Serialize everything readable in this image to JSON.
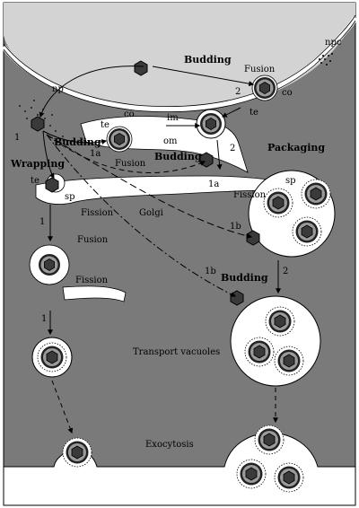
{
  "labels": {
    "np": "np",
    "npc": "npc",
    "budding": "Budding",
    "fusion": "Fusion",
    "fission": "Fission",
    "wrapping": "Wrapping",
    "packaging": "Packaging",
    "golgi": "Golgi",
    "transport_vacuoles": "Transport vacuoles",
    "exocytosis": "Exocytosis",
    "te": "te",
    "co": "co",
    "im": "im",
    "om": "om",
    "sp": "sp",
    "n1": "1",
    "n2": "2",
    "n1a": "1a",
    "n1b": "1b"
  },
  "colors": {
    "cytoplasm": "#7a7a7a",
    "nucleus": "#d3d3d3",
    "extracellular": "#ffffff",
    "capsid": "#3a3a3a",
    "membrane": "#ffffff"
  }
}
